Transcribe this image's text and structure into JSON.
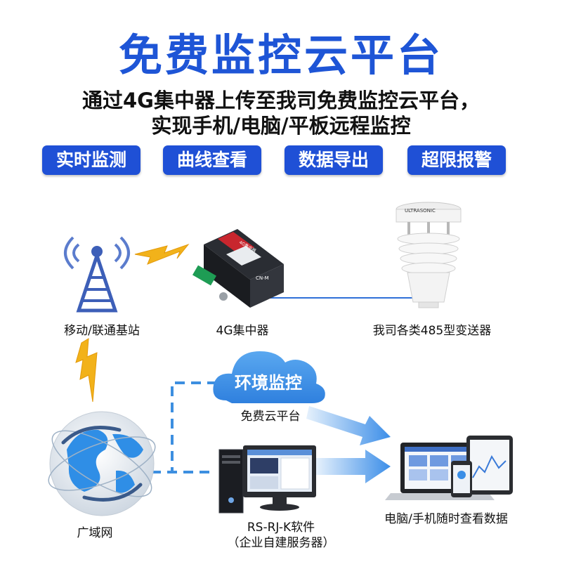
{
  "header": {
    "title": "免费监控云平台",
    "subtitle_line1": "通过4G集中器上传至我司免费监控云平台，",
    "subtitle_line2": "实现手机/电脑/平板远程监控"
  },
  "features": [
    "实时监测",
    "曲线查看",
    "数据导出",
    "超限报警"
  ],
  "nodes": {
    "tower": "移动/联通基站",
    "concentrator": "4G集中器",
    "transmitter": "我司各类485型变送器",
    "cloud_text": "环境监控",
    "cloud_label": "免费云平台",
    "wan": "广域网",
    "software_line1": "RS-RJ-K软件",
    "software_line2": "（企业自建服务器）",
    "devices": "电脑/手机随时查看数据"
  },
  "device_text": {
    "concentrator_brand": "4G集中器",
    "concentrator_model": "CN-M",
    "sensor_brand": "ULTRASONIC"
  },
  "colors": {
    "brand_blue": "#1e55d6",
    "button_blue": "#1f50d6",
    "lightning": "#f2b21a",
    "dashed_line": "#3d8fe0",
    "arrow_blue": "#3c8ee8"
  }
}
